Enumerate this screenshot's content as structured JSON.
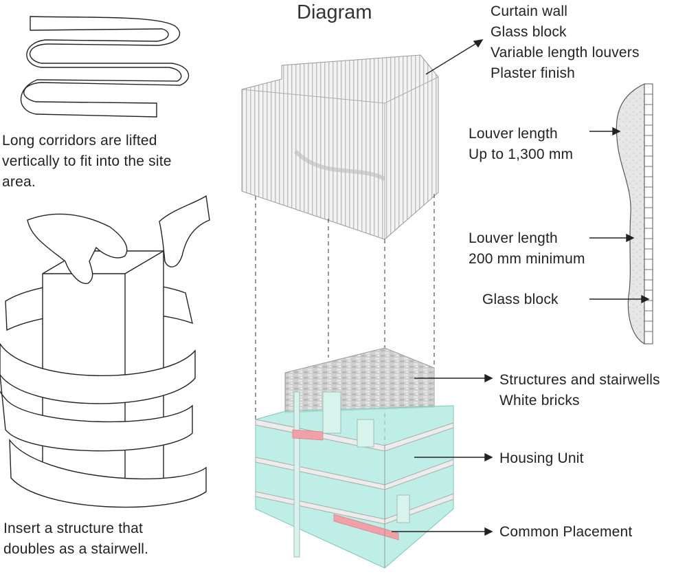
{
  "title": "Diagram",
  "left_notes": {
    "top": [
      "Long corridors are lifted",
      "vertically to fit into the site",
      "area."
    ],
    "bottom": [
      "Insert a structure that",
      "doubles as a stairwell."
    ]
  },
  "facade_labels": [
    "Curtain wall",
    "Glass block",
    "Variable length louvers",
    "Plaster finish"
  ],
  "section_labels": {
    "louver_max": [
      "Louver length",
      "Up to 1,300 mm"
    ],
    "louver_min": [
      "Louver length",
      "200 mm minimum"
    ],
    "glass_block": "Glass block"
  },
  "building_labels": {
    "structures": [
      "Structures and stairwells",
      "White bricks"
    ],
    "housing": "Housing Unit",
    "common": "Common Placement"
  },
  "colors": {
    "glass": "#a8e8dc",
    "floor": "#ececec",
    "common_space": "#f2a0a8",
    "brick": "#c8c8c8",
    "louver": "#e4e4e4"
  }
}
